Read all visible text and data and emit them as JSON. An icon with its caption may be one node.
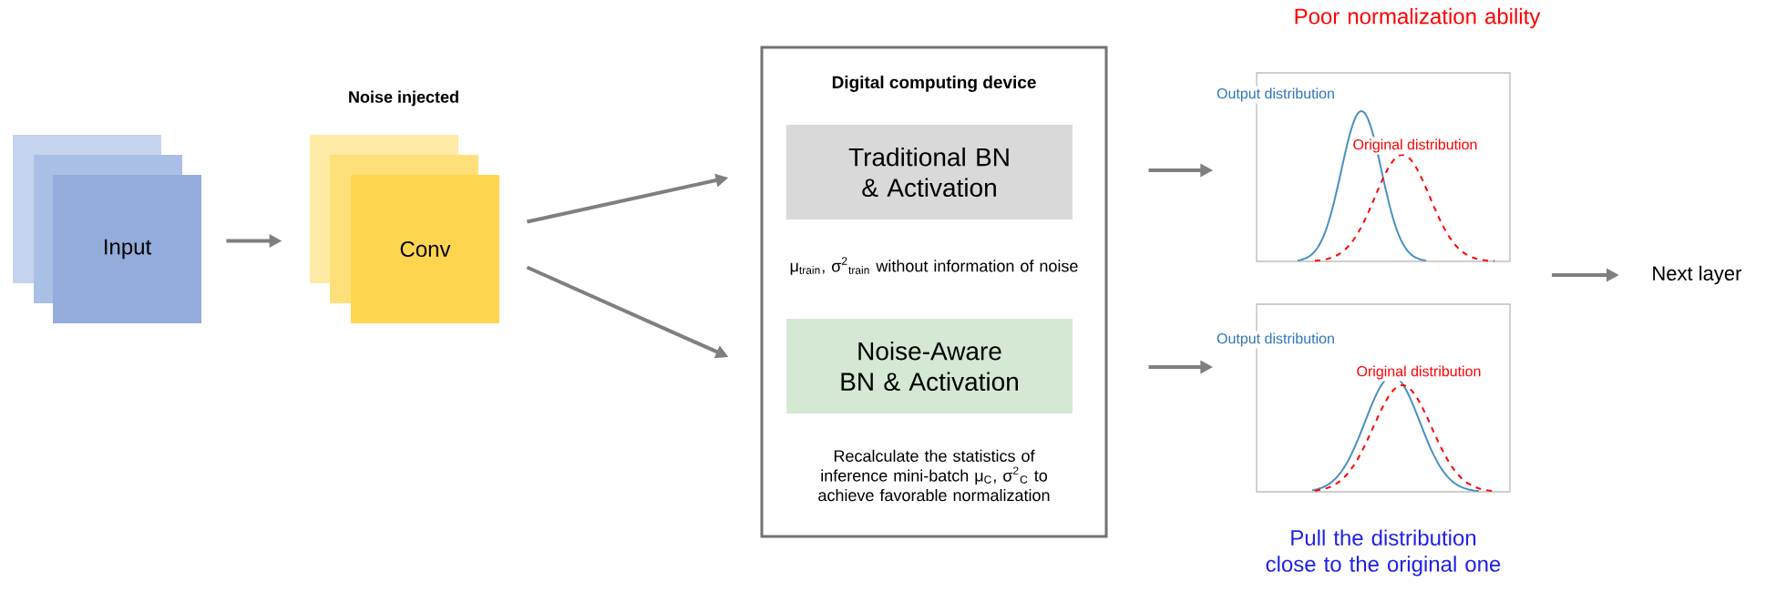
{
  "diagram": {
    "nodes": [
      {
        "text": [
          "Input"
        ]
      },
      {
        "text": [
          "Noise injected",
          "Conv"
        ]
      },
      {
        "text": [
          "Digital computing device"
        ]
      },
      {
        "text": [
          "Traditional BN & Activation"
        ],
        "in": 2,
        "beside": [
          "μ$_{train}$, σ$^{2}$$_{train}$ without information of noise"
        ]
      },
      {
        "text": [
          "Noise-Aware BN & Activation"
        ],
        "in": 2,
        "beside": [
          "Recalculate the statistics of inference mini-batch μ$_{C}$, σ$^{2}$$_{C}$ to achieve favorable normalization"
        ]
      },
      {
        "text": [
          "Output distribution",
          "Original distribution"
        ],
        "beside": [
          "Poor normalization ability"
        ]
      },
      {
        "text": [
          "Output distribution",
          "Original distribution"
        ],
        "beside": [
          "Pull the distribution close to the original one"
        ]
      },
      {
        "text": [
          "Next layer"
        ]
      }
    ],
    "edges": [
      {
        "from": 0,
        "to": 1,
        "arrow": "to"
      },
      {
        "from": 1,
        "to": 2,
        "arrow": "to"
      },
      {
        "from": 1,
        "to": 2,
        "arrow": "to"
      },
      {
        "from": 2,
        "to": 5,
        "arrow": "to"
      },
      {
        "from": 2,
        "to": 6,
        "arrow": "to"
      },
      {
        "from": null,
        "to": 7,
        "arrow": "to"
      }
    ]
  }
}
